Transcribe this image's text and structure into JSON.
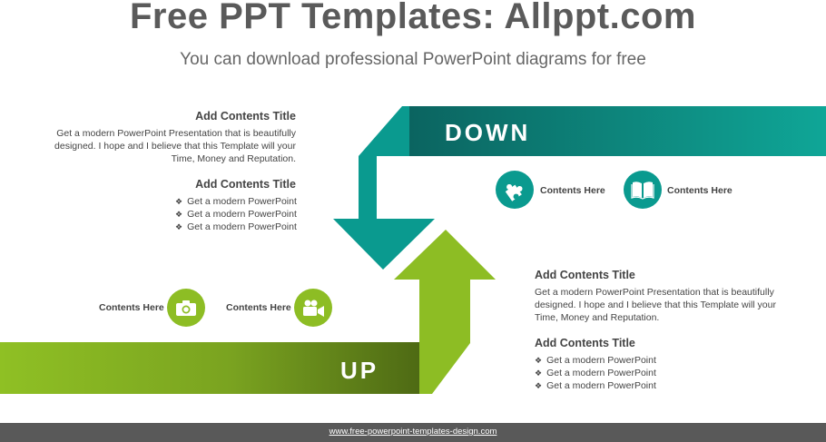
{
  "header": {
    "title": "Free PPT Templates: Allppt.com",
    "subtitle": "You can download professional PowerPoint diagrams for free"
  },
  "diagram": {
    "down_label": "DOWN",
    "up_label": "UP",
    "colors": {
      "teal": "#0a9a8f",
      "teal_dark": "#0b6f6a",
      "green": "#8dbd24",
      "green_dark": "#5b7a1a"
    }
  },
  "top_left": {
    "block1": {
      "title": "Add Contents Title",
      "body_lines": [
        "Get a modern PowerPoint  Presentation that is beautifully",
        "designed. I hope and I believe that this Template will your",
        "Time, Money and Reputation."
      ]
    },
    "block2": {
      "title": "Add Contents Title",
      "bullets": [
        "Get a modern PowerPoint",
        "Get a modern PowerPoint",
        "Get a modern PowerPoint"
      ]
    }
  },
  "bottom_right": {
    "block1": {
      "title": "Add Contents Title",
      "body_lines": [
        "Get a modern PowerPoint  Presentation that is beautifully",
        "designed. I hope and I believe that this Template will your",
        "Time, Money and Reputation."
      ]
    },
    "block2": {
      "title": "Add Contents Title",
      "bullets": [
        "Get a modern PowerPoint",
        "Get a modern PowerPoint",
        "Get a modern PowerPoint"
      ]
    }
  },
  "icons": {
    "puzzle": {
      "label": "Contents Here",
      "icon": "puzzle-icon"
    },
    "book": {
      "label": "Contents Here",
      "icon": "book-icon"
    },
    "camera": {
      "label": "Contents Here",
      "icon": "camera-icon"
    },
    "video": {
      "label": "Contents Here",
      "icon": "video-camera-icon"
    }
  },
  "footer": {
    "text": "www.free-powerpoint-templates-design.com"
  }
}
